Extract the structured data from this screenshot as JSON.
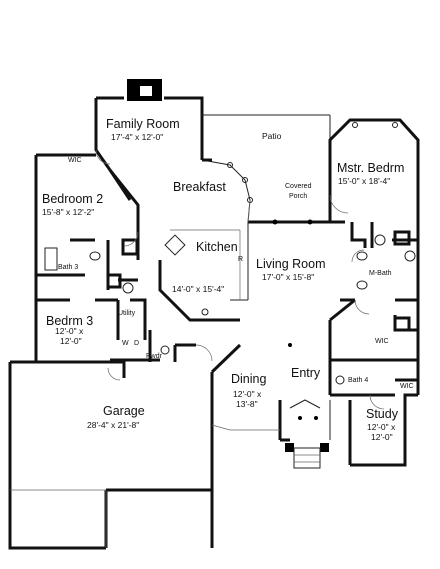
{
  "rooms": {
    "family_room": {
      "name": "Family Room",
      "dim": "17'-4\" x 12'-0\""
    },
    "patio": {
      "name": "Patio"
    },
    "breakfast": {
      "name": "Breakfast"
    },
    "covered_porch": {
      "line1": "Covered",
      "line2": "Porch"
    },
    "mstr_bedrm": {
      "name": "Mstr. Bedrm",
      "dim": "15'-0\" x 18'-4\""
    },
    "bedroom2": {
      "name": "Bedroom 2",
      "dim": "15'-8\" x 12'-2\""
    },
    "kitchen": {
      "name": "Kitchen",
      "dim": "14'-0\" x 15'-4\""
    },
    "living_room": {
      "name": "Living Room",
      "dim": "17'-0\" x 15'-8\""
    },
    "bath3": {
      "name": "Bath 3"
    },
    "m_bath": {
      "name": "M-Bath"
    },
    "bedrm3": {
      "name": "Bedrm 3",
      "dim1": "12'-0\" x",
      "dim2": "12'-0\""
    },
    "pwdr": {
      "name": "Pwdr"
    },
    "dining": {
      "name": "Dining",
      "dim1": "12'-0\" x",
      "dim2": "13'-8\""
    },
    "entry": {
      "name": "Entry"
    },
    "bath4": {
      "name": "Bath 4"
    },
    "garage": {
      "name": "Garage",
      "dim": "28'-4\" x 21'-8\""
    },
    "study": {
      "name": "Study",
      "dim1": "12'-0\" x",
      "dim2": "12'-0\""
    }
  },
  "small_labels": {
    "wic_bed2": "WIC",
    "wic_master_upper": "WIC",
    "wic_master_lower": "WIC",
    "utility": "Utility",
    "w": "W",
    "d": "D",
    "r": "R"
  }
}
